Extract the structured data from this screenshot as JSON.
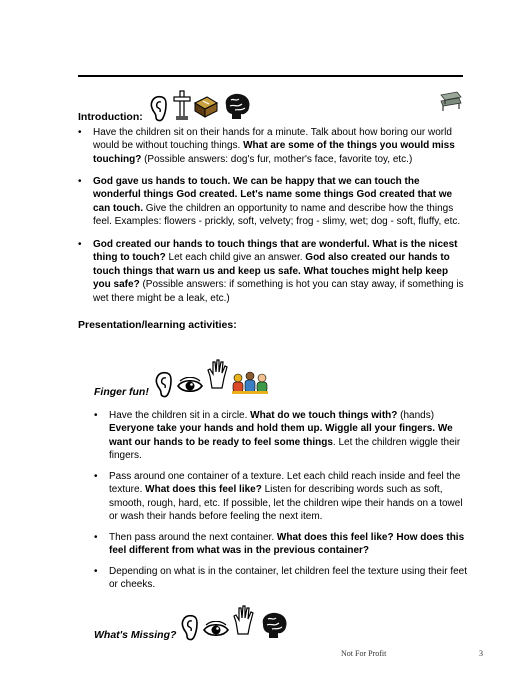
{
  "intro": {
    "heading": "Introduction:",
    "bullets": [
      [
        {
          "t": "Have the children sit on their hands for a minute.  Talk about how boring our world\nwould be without touching things.  ",
          "b": false
        },
        {
          "t": "What are some of the things you would miss\ntouching?",
          "b": true
        },
        {
          "t": " (Possible answers: dog's fur, mother's face, favorite toy, etc.)",
          "b": false
        }
      ],
      [
        {
          "t": "God gave us hands to touch. We can be happy that we can touch the\nwonderful things God created. Let's name some things God created that we\ncan touch.",
          "b": true
        },
        {
          "t": " Give the children an opportunity to name and describe how the things\nfeel. Examples: flowers - prickly, soft, velvety; frog - slimy, wet; dog - soft, fluffy, etc.",
          "b": false
        }
      ],
      [
        {
          "t": "God created our hands to touch things that are wonderful. What is the nicest\nthing to touch?",
          "b": true
        },
        {
          "t": " Let each child give an answer. ",
          "b": false
        },
        {
          "t": "God also created our hands to\ntouch things that warn us and keep us safe. What touches might help keep\nyou safe?",
          "b": true
        },
        {
          "t": " (Possible answers: if something is hot you can stay away, if something is\nwet there might be a leak, etc.)",
          "b": false
        }
      ]
    ]
  },
  "presentation": {
    "heading": "Presentation/learning activities:"
  },
  "finger_fun": {
    "heading": "Finger fun!",
    "bullets": [
      [
        {
          "t": "Have the children sit in a circle. ",
          "b": false
        },
        {
          "t": "What do we touch things with?",
          "b": true
        },
        {
          "t": " (hands)\n",
          "b": false
        },
        {
          "t": "Everyone take your hands and hold them up. Wiggle all your fingers. We\nwant our hands to be ready to feel some things",
          "b": true
        },
        {
          "t": ". Let the children wiggle their\nfingers.",
          "b": false
        }
      ],
      [
        {
          "t": "Pass around one container of a texture. Let each child reach inside and feel the\ntexture. ",
          "b": false
        },
        {
          "t": "What does this feel like?",
          "b": true
        },
        {
          "t": " Listen for describing words such as soft,\nsmooth, rough, hard, etc. If possible, let the children wipe their hands on a towel\nor wash their hands before feeling the next item.",
          "b": false
        }
      ],
      [
        {
          "t": "Then pass around the next container. ",
          "b": false
        },
        {
          "t": "What does this feel like? How does this\nfeel different from what was in the previous container?",
          "b": true
        }
      ],
      [
        {
          "t": "Depending on what is in the container, let children feel the texture using their feet\nor cheeks.",
          "b": false
        }
      ]
    ]
  },
  "whats_missing": {
    "heading": "What's Missing?"
  },
  "footer": {
    "left": "Not For Profit",
    "page": "3"
  },
  "icons": {
    "intro": [
      "ear-icon",
      "cross-icon",
      "bible-icon",
      "brain-icon",
      "bench-icon"
    ],
    "finger_fun": [
      "ear-icon",
      "eye-icon",
      "hand-icon",
      "children-icon"
    ],
    "whats_missing": [
      "ear-icon",
      "eye-icon",
      "hand-icon",
      "brain-icon"
    ],
    "ink": "#000000",
    "children_colors": [
      "#d94a2b",
      "#e8b21f",
      "#3a7fc4",
      "#3c9a48"
    ]
  }
}
